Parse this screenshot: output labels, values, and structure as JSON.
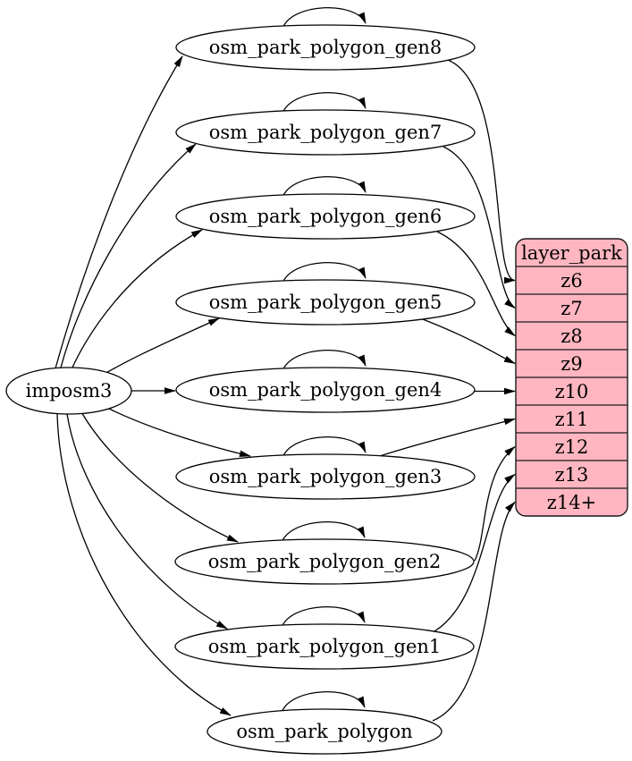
{
  "source_node": {
    "label": "imposm3"
  },
  "generated_tables": [
    {
      "label": "osm_park_polygon_gen8",
      "maps_to": "z6"
    },
    {
      "label": "osm_park_polygon_gen7",
      "maps_to": "z7"
    },
    {
      "label": "osm_park_polygon_gen6",
      "maps_to": "z8"
    },
    {
      "label": "osm_park_polygon_gen5",
      "maps_to": "z9"
    },
    {
      "label": "osm_park_polygon_gen4",
      "maps_to": "z10"
    },
    {
      "label": "osm_park_polygon_gen3",
      "maps_to": "z11"
    },
    {
      "label": "osm_park_polygon_gen2",
      "maps_to": "z12"
    },
    {
      "label": "osm_park_polygon_gen1",
      "maps_to": "z13"
    },
    {
      "label": "osm_park_polygon",
      "maps_to": "z14+"
    }
  ],
  "layer_table": {
    "title": "layer_park",
    "rows": [
      "z6",
      "z7",
      "z8",
      "z9",
      "z10",
      "z11",
      "z12",
      "z13",
      "z14+"
    ]
  },
  "colors": {
    "background": "#ffffff",
    "node_fill": "#ffffff",
    "node_stroke": "#000000",
    "edge": "#000000",
    "text": "#000000",
    "table_fill": "#ffb6c1",
    "table_stroke": "#1a1a1a"
  }
}
